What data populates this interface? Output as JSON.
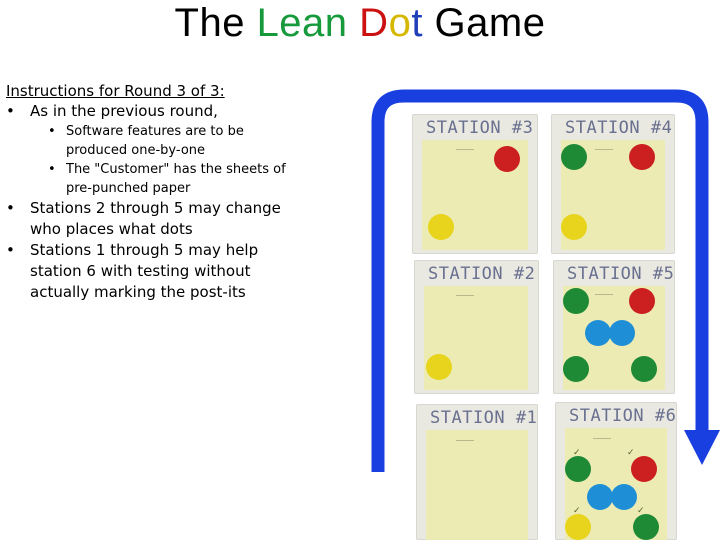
{
  "title": {
    "word1": "The ",
    "word2": "Lean",
    "word3": " ",
    "dot_d": "D",
    "dot_o": "o",
    "dot_t": "t",
    "word4": " Game",
    "colors": {
      "lean": "#169a3c",
      "d": "#cc1111",
      "o": "#d6b800",
      "t": "#1f3fb8"
    }
  },
  "instructions": {
    "heading": "Instructions for Round 3 of 3:",
    "b1": "As in the previous round,",
    "s1": "Software features are to be produced one-by-one",
    "s2": "The \"Customer\" has the sheets of pre-punched paper",
    "b2": "Stations 2 through 5 may change who places what dots",
    "b3": "Stations 1 through 5 may help station 6 with testing without actually marking the post-its"
  },
  "stations": {
    "s3": "STATION #3",
    "s4": "STATION #4",
    "s2": "STATION #2",
    "s5": "STATION #5",
    "s1": "STATION #1",
    "s6": "STATION #6"
  },
  "arrow_color": "#1a3fe0"
}
